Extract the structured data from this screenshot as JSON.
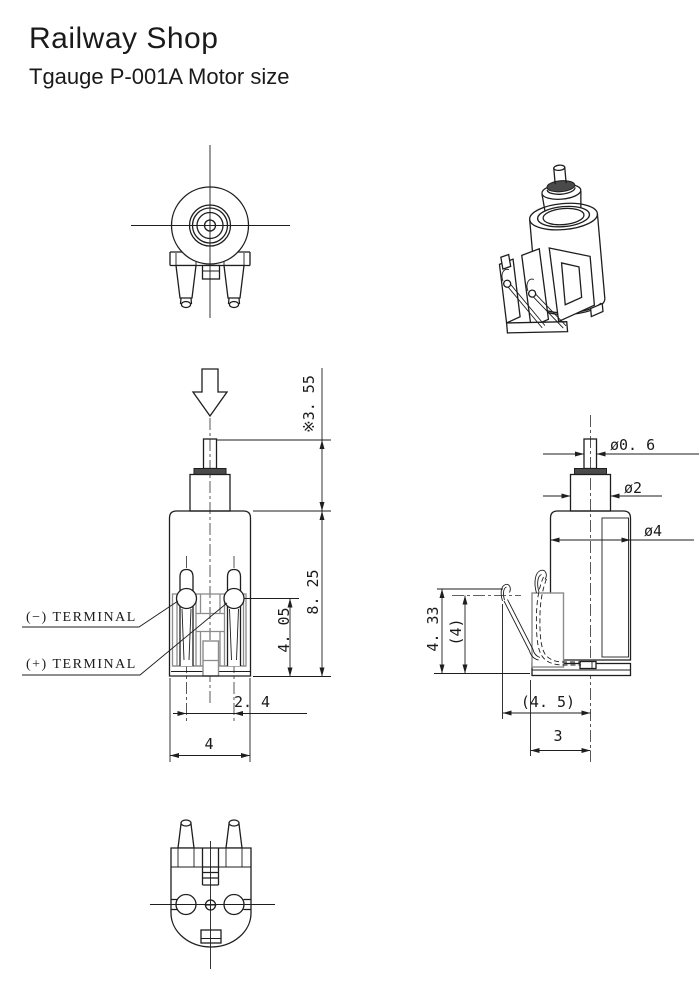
{
  "page": {
    "title": "Railway Shop",
    "subtitle": "Tgauge P-001A Motor size"
  },
  "labels": {
    "terminal_minus": "(−) TERMINAL",
    "terminal_plus": "(+) TERMINAL"
  },
  "dimensions": {
    "shaft_protrusion": "※3. 55",
    "overall_height": "8. 25",
    "terminal_hole_height": "4. 05",
    "terminal_pitch": "2. 4",
    "body_width": "4",
    "shaft_diameter": "ø0. 6",
    "boss_diameter": "ø2",
    "body_diameter": "ø4",
    "clip_height": "4. 33",
    "clip_height_ref": "(4)",
    "clip_reach_ref": "(4. 5)",
    "block_depth": "3"
  }
}
